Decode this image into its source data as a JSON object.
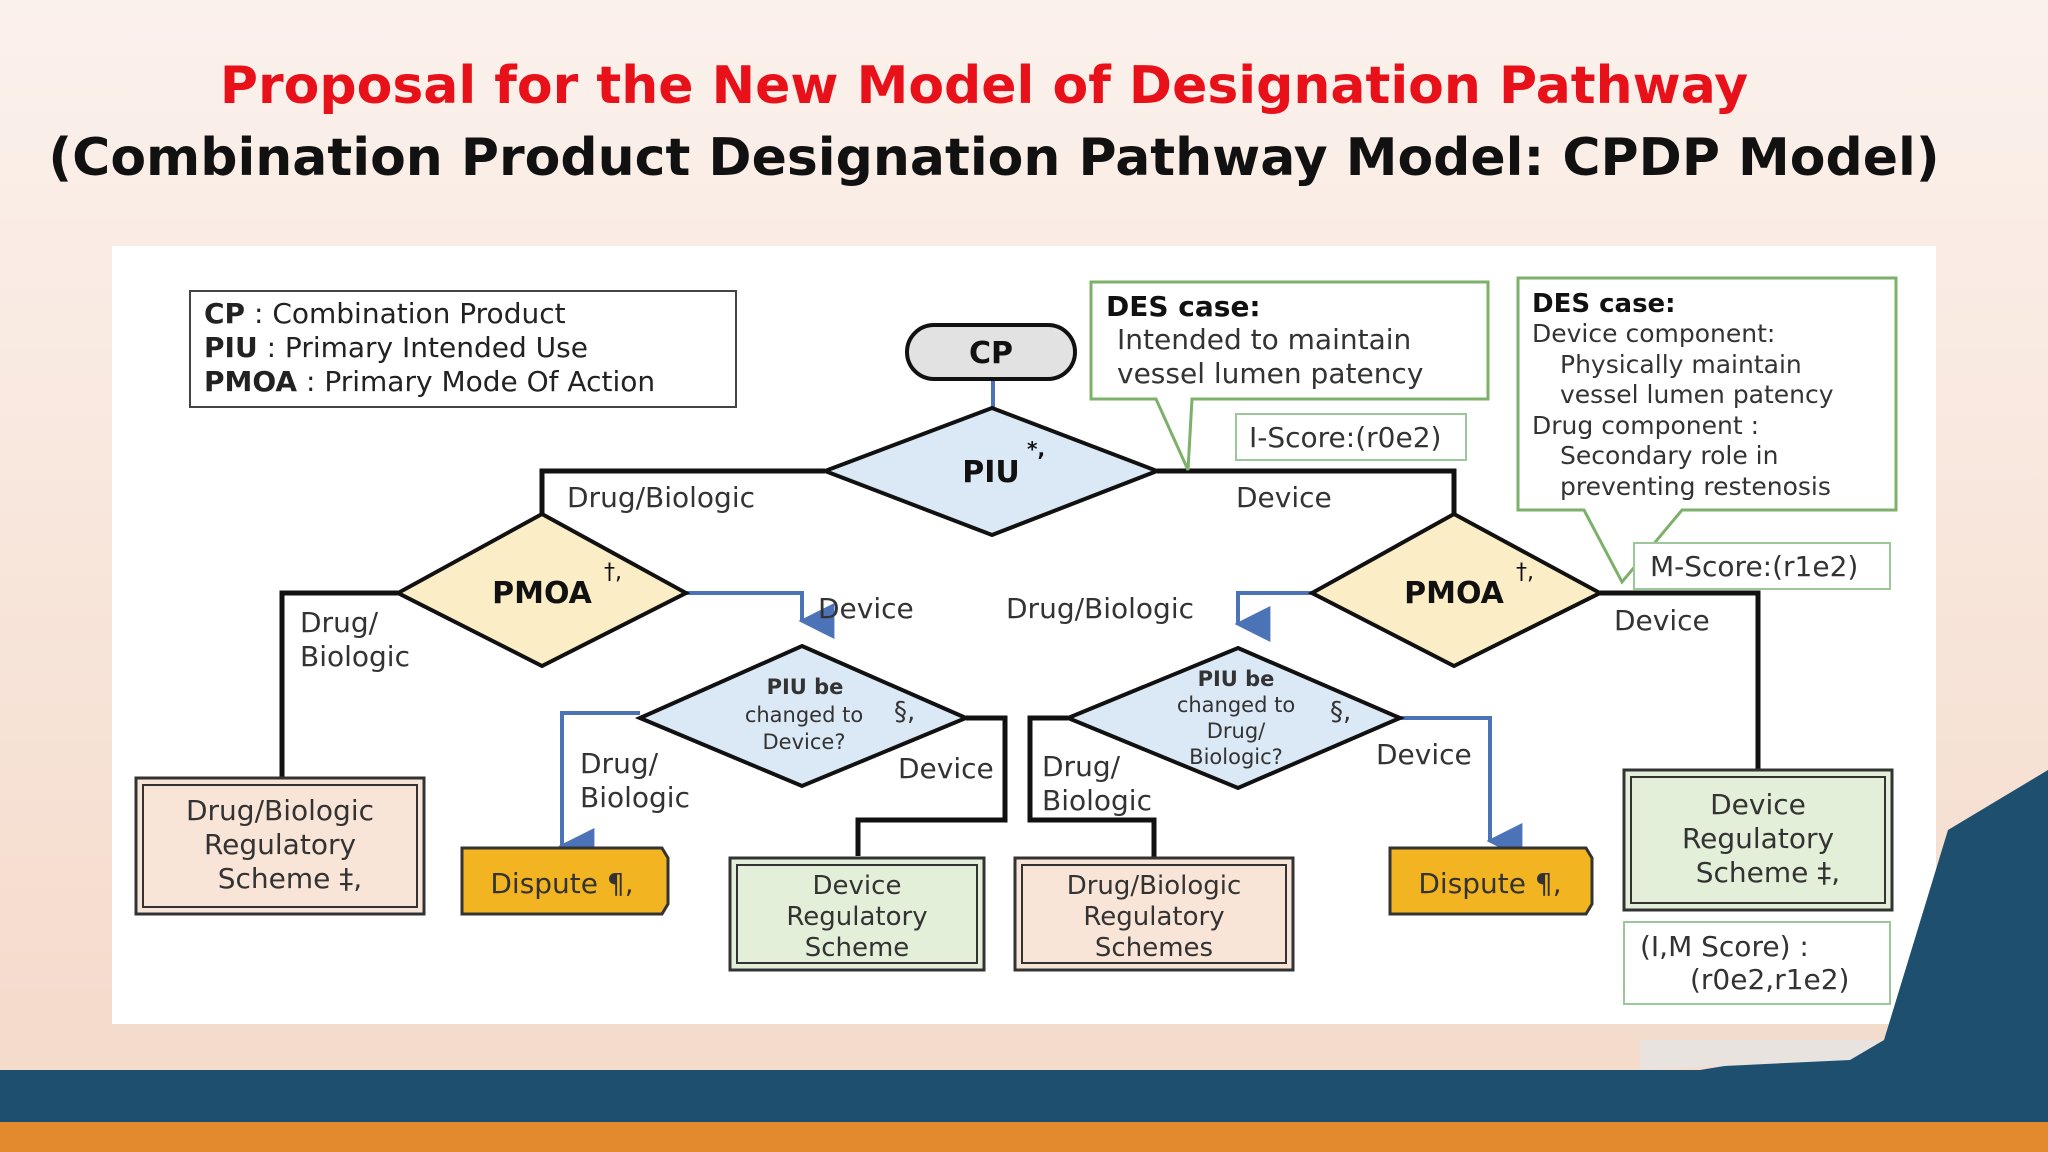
{
  "title": "Proposal for the New Model of Designation Pathway",
  "subtitle": "(Combination Product Designation Pathway Model: CPDP Model)",
  "legend": {
    "cp_key": "CP",
    "cp_text": ": Combination Product",
    "piu_key": "PIU",
    "piu_text": ": Primary Intended Use",
    "pmoa_key": "PMOA",
    "pmoa_text": ": Primary Mode Of Action"
  },
  "nodes": {
    "start": "CP",
    "piu": "PIU",
    "piu_mark": "*,",
    "pmoa_left": "PMOA",
    "pmoa_left_mark": "†,",
    "pmoa_right": "PMOA",
    "pmoa_right_mark": "†,",
    "q_left_1": "PIU be",
    "q_left_2": "changed to",
    "q_left_3": "Device?",
    "q_left_mark": "§,",
    "q_right_1": "PIU be",
    "q_right_2": "changed to",
    "q_right_3": "Drug/",
    "q_right_4": "Biologic?",
    "q_right_mark": "§,"
  },
  "branch_labels": {
    "piu_left": "Drug/Biologic",
    "piu_right": "Device",
    "pmoa_left_left_1": "Drug/",
    "pmoa_left_left_2": "Biologic",
    "pmoa_left_right": "Device",
    "pmoa_right_left": "Drug/Biologic",
    "pmoa_right_right": "Device",
    "q_left_left_1": "Drug/",
    "q_left_left_2": "Biologic",
    "q_left_right": "Device",
    "q_right_left_1": "Drug/",
    "q_right_left_2": "Biologic",
    "q_right_right": "Device"
  },
  "outcomes": {
    "drug_scheme_1": "Drug/Biologic",
    "drug_scheme_2": "Regulatory",
    "drug_scheme_3": "Scheme ‡,",
    "dispute_left": "Dispute ¶,",
    "device_scheme_mid_1": "Device",
    "device_scheme_mid_2": "Regulatory",
    "device_scheme_mid_3": "Scheme",
    "drug_schemes_mid_1": "Drug/Biologic",
    "drug_schemes_mid_2": "Regulatory",
    "drug_schemes_mid_3": "Schemes",
    "dispute_right": "Dispute ¶,",
    "device_scheme_right_1": "Device",
    "device_scheme_right_2": "Regulatory",
    "device_scheme_right_3": "Scheme ‡,"
  },
  "callouts": {
    "des1_title": "DES case:",
    "des1_line1": "Intended to maintain",
    "des1_line2": "vessel lumen patency",
    "i_score": "I-Score:(r0e2)",
    "des2_title": "DES case:",
    "des2_line1": "Device component:",
    "des2_line2": "Physically maintain",
    "des2_line3": "vessel lumen patency",
    "des2_line4": "Drug component :",
    "des2_line5": "Secondary role in",
    "des2_line6": "preventing restenosis",
    "m_score": "M-Score:(r1e2)",
    "im_score_1": "(I,M Score) :",
    "im_score_2": "(r0e2,r1e2)"
  },
  "colors": {
    "title_red": "#e8111a",
    "decision_blue": "#dbe8f5",
    "decision_yellow": "#fbeec7",
    "drug_box": "#f9e4d8",
    "device_box": "#e3efd9",
    "dispute": "#f2b521",
    "callout_border": "#7db06a",
    "arrow_blue": "#4c73b8"
  }
}
